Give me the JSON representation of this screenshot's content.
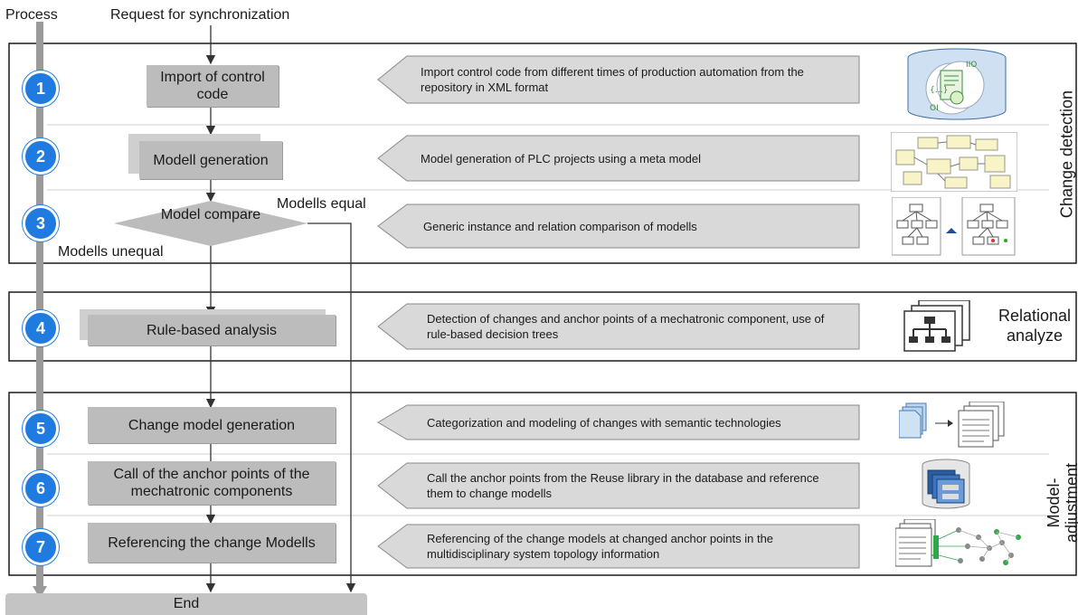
{
  "header": {
    "process": "Process",
    "request": "Request for synchronization"
  },
  "steps": [
    {
      "num": "1",
      "box": "Import of control code",
      "desc": "Import control code from different times of production automation from the repository in XML format"
    },
    {
      "num": "2",
      "box": "Modell generation",
      "desc": "Model generation of PLC projects using a meta model"
    },
    {
      "num": "3",
      "box": "Model compare",
      "desc": "Generic instance and relation comparison of modells"
    },
    {
      "num": "4",
      "box": "Rule-based analysis",
      "desc": "Detection of changes and anchor points of a mechatronic component, use of rule-based decision trees"
    },
    {
      "num": "5",
      "box": "Change model generation",
      "desc": "Categorization and modeling of changes with semantic technologies"
    },
    {
      "num": "6",
      "box": "Call of the anchor points of the mechatronic components",
      "desc": "Call the anchor points from the Reuse library in the database and reference them to change modells"
    },
    {
      "num": "7",
      "box": "Referencing the change Modells",
      "desc": "Referencing of the change models at changed anchor points in the multidisciplinary system topology information"
    }
  ],
  "branches": {
    "equal": "Modells equal",
    "unequal": "Modells unequal"
  },
  "sections": {
    "change_detection": "Change detection",
    "relational": "Relational analyze",
    "model_adjustment": "Model-adjustment"
  },
  "end": "End",
  "icons": [
    "database-xml-icon",
    "uml-model-icon",
    "tree-compare-icon",
    "decision-tree-icon",
    "documents-icon",
    "database-library-icon",
    "topology-icon"
  ],
  "colors": {
    "accent": "#1f7be0",
    "box": "#bcbcbc",
    "arrow_panel": "#d9d9d9",
    "frame": "#1a1a1a",
    "process_bar": "#9a9a9a"
  }
}
